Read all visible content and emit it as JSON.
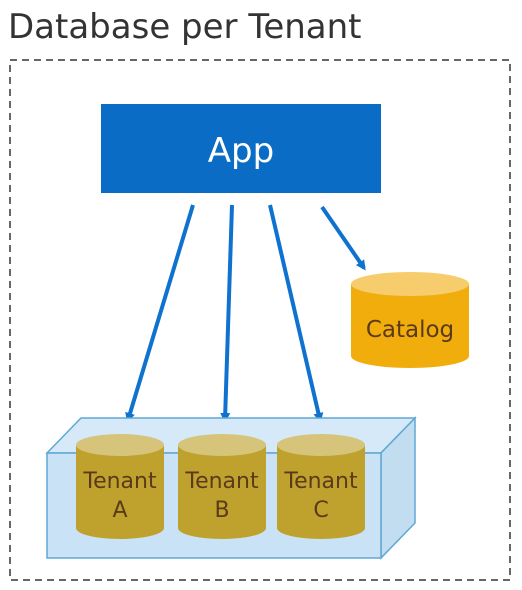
{
  "title": "Database per Tenant",
  "app": {
    "label": "App"
  },
  "catalog": {
    "label": "Catalog"
  },
  "tenants": [
    {
      "line1": "Tenant",
      "line2": "A"
    },
    {
      "line1": "Tenant",
      "line2": "B"
    },
    {
      "line1": "Tenant",
      "line2": "C"
    }
  ],
  "colors": {
    "app_fill": "#0a6cc4",
    "arrow": "#0f72cf",
    "catalog_body": "#f0ad0c",
    "catalog_top": "#f6cc6c",
    "tenant_body": "#bfa22d",
    "tenant_top": "#d6c47a",
    "tray_fill": "#c9e2f5",
    "tray_stroke": "#5fa8d6",
    "db_text": "#5b3a1a"
  }
}
